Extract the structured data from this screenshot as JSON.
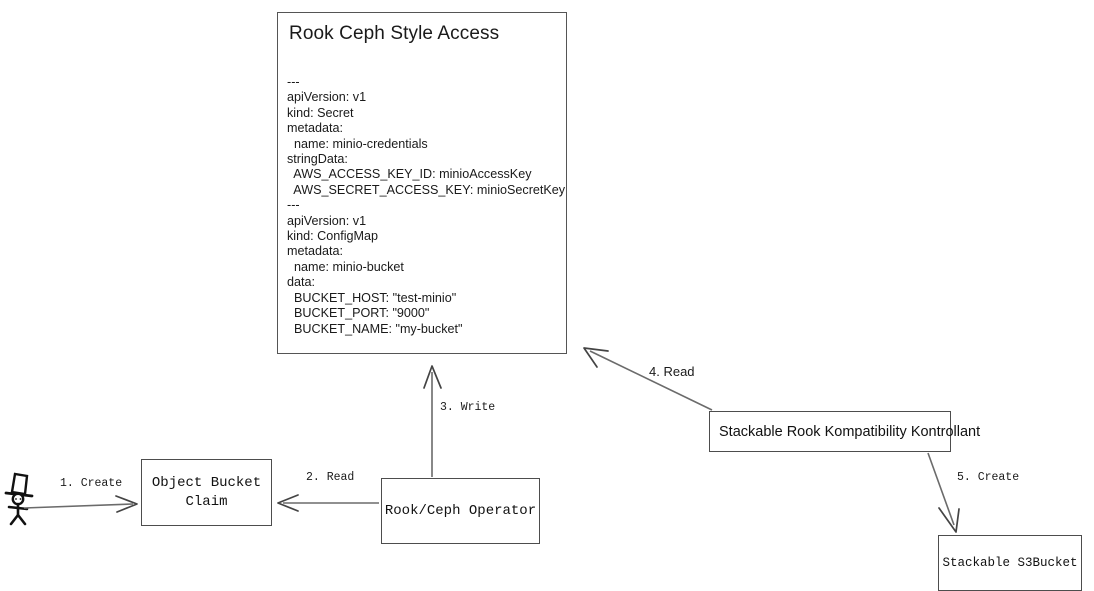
{
  "diagram": {
    "title_card": {
      "title": "Rook Ceph Style Access",
      "yaml": "---\napiVersion: v1\nkind: Secret\nmetadata:\n  name: minio-credentials\nstringData:\n  AWS_ACCESS_KEY_ID: minioAccessKey\n  AWS_SECRET_ACCESS_KEY: minioSecretKey\n---\napiVersion: v1\nkind: ConfigMap\nmetadata:\n  name: minio-bucket\ndata:\n  BUCKET_HOST: \"test-minio\"\n  BUCKET_PORT: \"9000\"\n  BUCKET_NAME: \"my-bucket\""
    },
    "nodes": [
      {
        "id": "actor",
        "label": "",
        "shape": "stick-figure-with-top-hat"
      },
      {
        "id": "obc",
        "label": "Object Bucket\nClaim",
        "shape": "rectangle"
      },
      {
        "id": "operator",
        "label": "Rook/Ceph Operator",
        "shape": "rectangle"
      },
      {
        "id": "srkk",
        "label": "Stackable Rook Kompatibility Kontrollant",
        "shape": "rectangle"
      },
      {
        "id": "s3bucket",
        "label": "Stackable S3Bucket",
        "shape": "rectangle"
      },
      {
        "id": "yamlcard",
        "label": "Rook Ceph Style Access",
        "shape": "rectangle"
      }
    ],
    "edges": [
      {
        "id": "e1",
        "label": "1. Create",
        "from": "actor",
        "to": "obc"
      },
      {
        "id": "e2",
        "label": "2. Read",
        "from": "operator",
        "to": "obc"
      },
      {
        "id": "e3",
        "label": "3. Write",
        "from": "operator",
        "to": "yamlcard"
      },
      {
        "id": "e4",
        "label": "4. Read",
        "from": "srkk",
        "to": "yamlcard"
      },
      {
        "id": "e5",
        "label": "5. Create",
        "from": "srkk",
        "to": "s3bucket"
      }
    ],
    "colors": {
      "background": "#ffffff",
      "stroke": "#4d4d4d",
      "text": "#1a1a1a",
      "arrow": "#555555"
    }
  }
}
